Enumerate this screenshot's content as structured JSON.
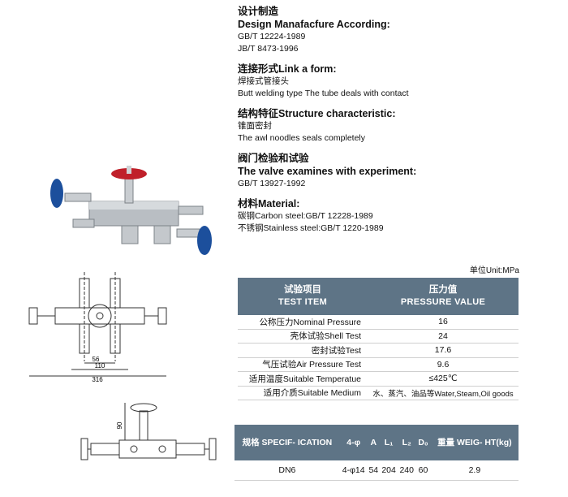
{
  "sections": [
    {
      "title": "设计制造",
      "lines": []
    },
    {
      "title": "Design Manafacfure According:",
      "lines": [
        "GB/T 12224-1989",
        "JB/T 8473-1996"
      ]
    },
    {
      "title": "连接形式Link a form:",
      "lines": [
        "焊接式管接头",
        "Butt welding type The tube deals with contact"
      ]
    },
    {
      "title": "结构特征Structure characteristic:",
      "lines": [
        "锥面密封",
        "The awl noodles seals completely"
      ]
    },
    {
      "title": "阀门检验和试验",
      "lines": []
    },
    {
      "title": "The valve examines with experiment:",
      "lines": [
        "GB/T 13927-1992"
      ]
    },
    {
      "title": "材料Material:",
      "lines": [
        "碳钢Carbon steel:GB/T 12228-1989",
        "不锈钢Stainless steel:GB/T 1220-1989"
      ]
    }
  ],
  "unit": "单位Unit:MPa",
  "pressure_table": {
    "header": {
      "item_cn": "试验项目",
      "item_en": "TEST ITEM",
      "value_cn": "压力值",
      "value_en": "PRESSURE VALUE"
    },
    "rows": [
      {
        "name": "公称压力Nominal Pressure",
        "value": "16"
      },
      {
        "name": "壳体试验Shell Test",
        "value": "24"
      },
      {
        "name": "密封试验Test",
        "value": "17.6"
      },
      {
        "name": "气压试验Air Pressure Test",
        "value": "9.6"
      },
      {
        "name": "适用温度Suitable Temperatue",
        "value": "≤425℃"
      },
      {
        "name": "适用介质Suitable Medium",
        "value": "水、蒸汽、油品等Water,Steam,Oil goods"
      }
    ]
  },
  "spec_table": {
    "headers": [
      "规格 SPECIF- ICATION",
      "4-φ",
      "A",
      "L₁",
      "L₂",
      "D₀",
      "重量 WEIG- HT(kg)"
    ],
    "rows": [
      [
        "DN6",
        "4-φ14",
        "54",
        "204",
        "240",
        "60",
        "2.9"
      ]
    ]
  },
  "drawing": {
    "dim_56": "56",
    "dim_110": "110",
    "dim_316": "316",
    "dim_90": "90"
  },
  "colors": {
    "header_bg": "#5e7486",
    "handwheel_red": "#c0202a",
    "handwheel_blue": "#1c4f9c"
  }
}
